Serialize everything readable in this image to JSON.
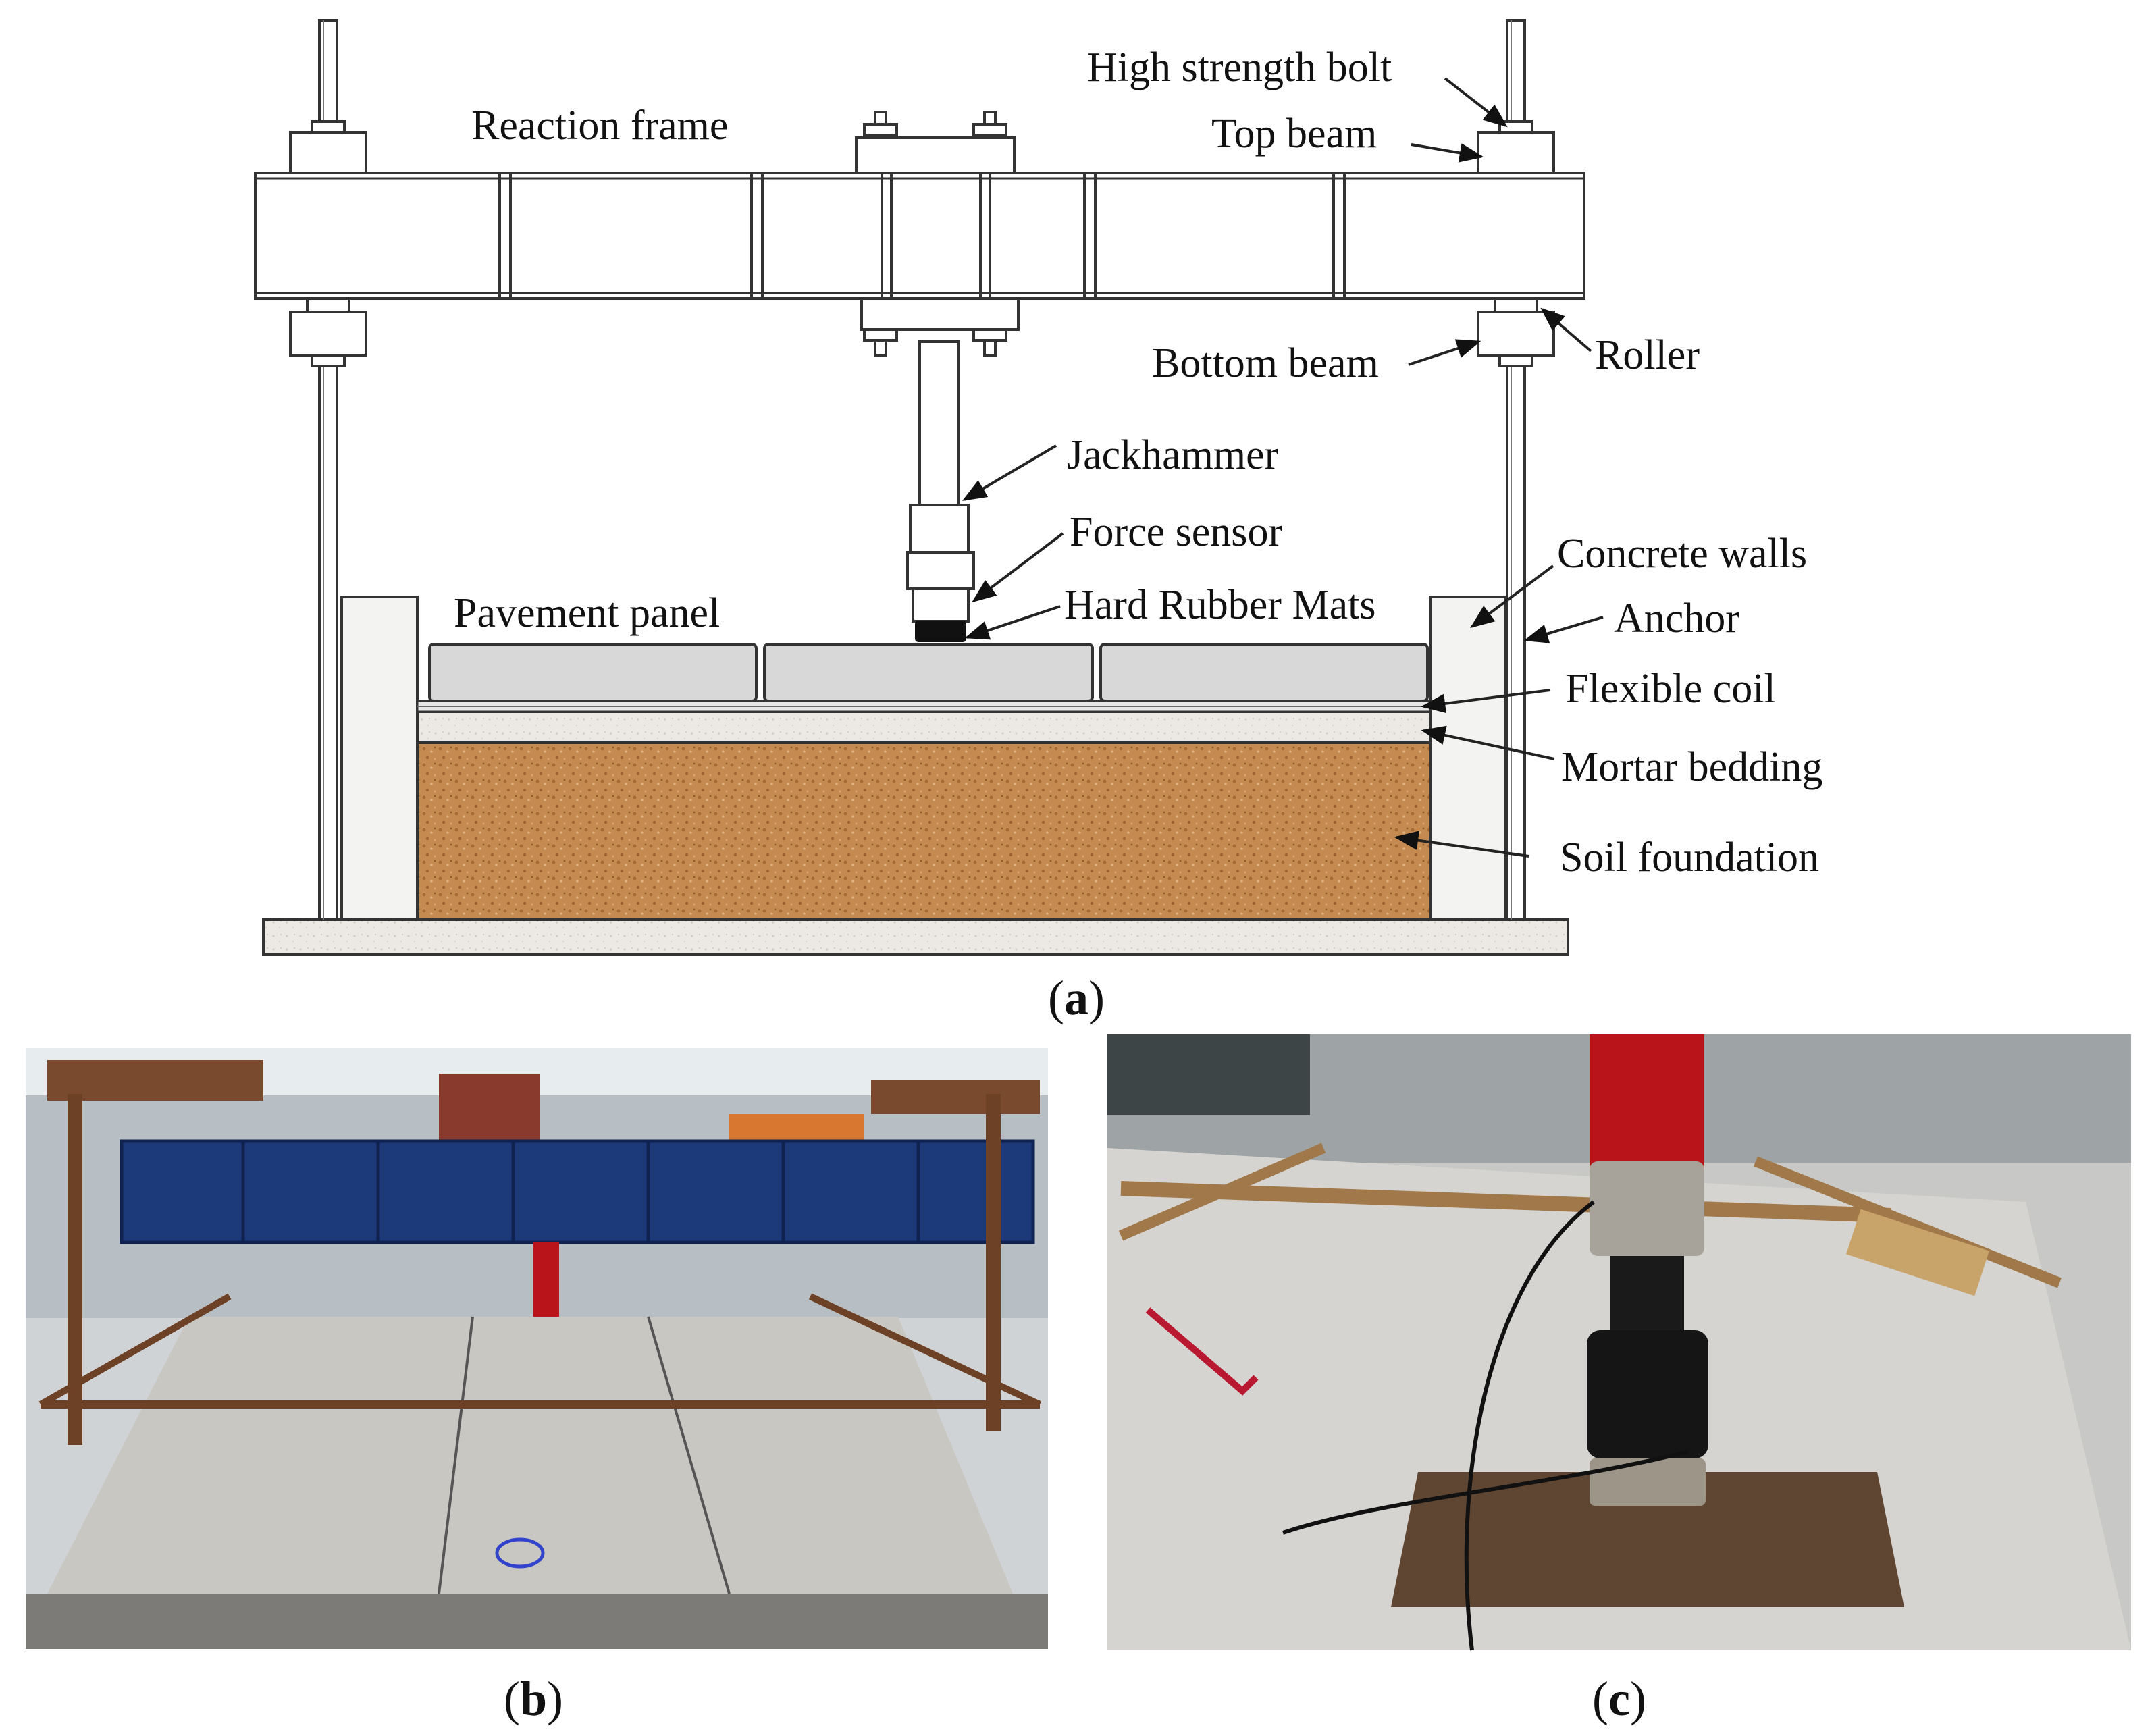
{
  "labels": {
    "reaction_frame": "Reaction frame",
    "high_strength_bolt": "High strength bolt",
    "top_beam": "Top beam",
    "bottom_beam": "Bottom beam",
    "roller": "Roller",
    "jackhammer": "Jackhammer",
    "force_sensor": "Force sensor",
    "hard_rubber_mats": "Hard Rubber Mats",
    "concrete_walls": "Concrete walls",
    "anchor": "Anchor",
    "pavement_panel": "Pavement panel",
    "flexible_coil": "Flexible coil",
    "mortar_bedding": "Mortar bedding",
    "soil_foundation": "Soil foundation"
  },
  "captions": {
    "a": "a",
    "b": "b",
    "c": "c"
  },
  "colors": {
    "soil": "#c48a50",
    "soil_dark": "#a76a34",
    "mortar": "#ece9e4",
    "panel": "#d8d8d8",
    "blue_beam": "#1c3a7a",
    "red_jack": "#b8141a",
    "slab": "#c9c7c2"
  }
}
